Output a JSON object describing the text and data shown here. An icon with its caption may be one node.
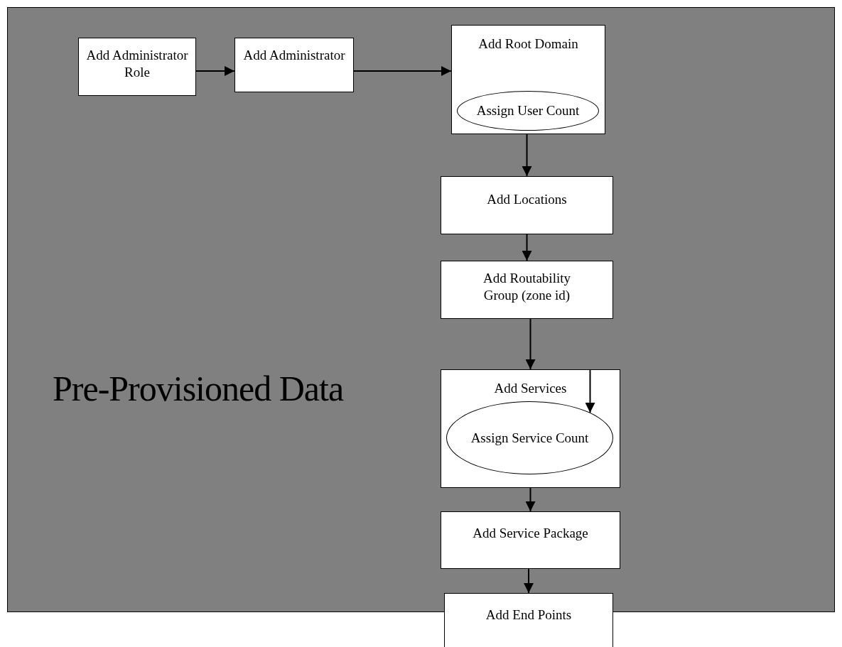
{
  "diagram": {
    "nodes": [
      {
        "text": [
          "Pre-Provisioned Data"
        ]
      },
      {
        "text": [
          "Add Administrator Role"
        ],
        "in": 0
      },
      {
        "text": [
          "Add Administrator"
        ],
        "in": 0
      },
      {
        "text": [
          "Add Root Domain"
        ],
        "in": 0
      },
      {
        "text": [
          "Assign User Count"
        ],
        "in": 3
      },
      {
        "text": [
          "Add Locations"
        ],
        "in": 0
      },
      {
        "text": [
          "Add Routability Group (zone id)"
        ],
        "in": 0
      },
      {
        "text": [
          "Add Services"
        ],
        "in": 0
      },
      {
        "text": [
          "Assign Service Count"
        ],
        "in": 7
      },
      {
        "text": [
          "Add Service Package"
        ],
        "in": 0
      },
      {
        "text": [
          "Add End Points"
        ]
      }
    ],
    "edges": [
      {
        "from": 1,
        "to": 2,
        "arrow": "to"
      },
      {
        "from": 2,
        "to": 3,
        "arrow": "to"
      },
      {
        "from": 3,
        "to": 5,
        "arrow": "to"
      },
      {
        "from": 5,
        "to": 6,
        "arrow": "to"
      },
      {
        "from": 6,
        "to": 7,
        "arrow": "to"
      },
      {
        "from": 7,
        "to": 8,
        "arrow": "to"
      },
      {
        "from": 7,
        "to": 9,
        "arrow": "to"
      },
      {
        "from": 9,
        "to": 10,
        "arrow": "to"
      }
    ]
  }
}
